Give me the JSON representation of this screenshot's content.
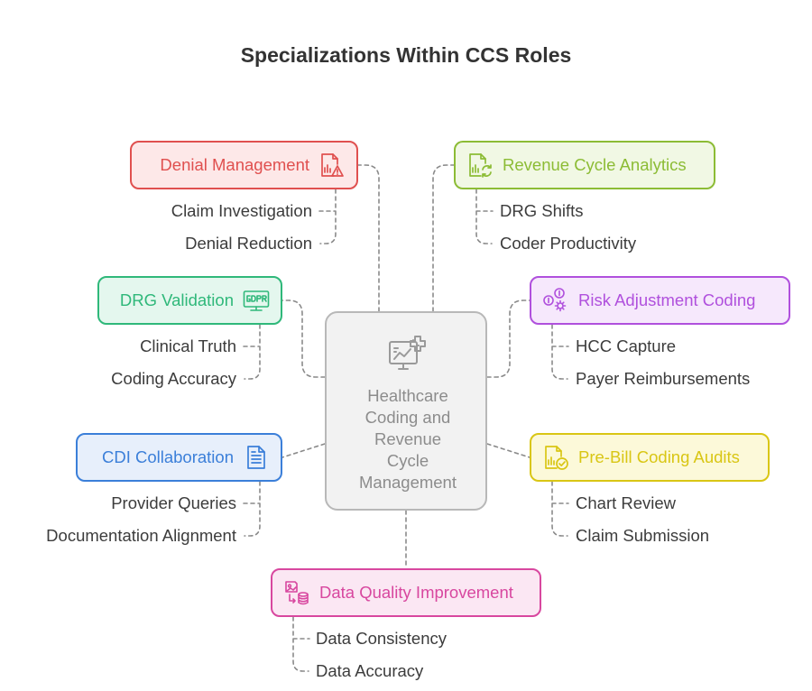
{
  "title": "Specializations Within CCS Roles",
  "center": {
    "lines": [
      "Healthcare",
      "Coding and",
      "Revenue",
      "Cycle",
      "Management"
    ],
    "icon": "monitor-chart-plus-icon"
  },
  "branches": [
    {
      "id": "denial",
      "label": "Denial Management",
      "icon": "document-chart-warning-icon",
      "color": "#e0504f",
      "fill": "#fde8e8",
      "items": [
        "Claim Investigation",
        "Denial Reduction"
      ]
    },
    {
      "id": "revenue",
      "label": "Revenue Cycle Analytics",
      "icon": "document-chart-refresh-icon",
      "color": "#8cbc35",
      "fill": "#f1f8e4",
      "items": [
        "DRG Shifts",
        "Coder Productivity"
      ]
    },
    {
      "id": "drg",
      "label": "DRG Validation",
      "icon": "gdpr-monitor-icon",
      "color": "#2fb87a",
      "fill": "#e4f7ee",
      "items": [
        "Clinical Truth",
        "Coding Accuracy"
      ]
    },
    {
      "id": "risk",
      "label": "Risk Adjustment Coding",
      "icon": "coins-gear-icon",
      "color": "#b050dd",
      "fill": "#f6e8fc",
      "items": [
        "HCC Capture",
        "Payer Reimbursements"
      ]
    },
    {
      "id": "cdi",
      "label": "CDI Collaboration",
      "icon": "document-lines-icon",
      "color": "#3b7fd9",
      "fill": "#e7effb",
      "items": [
        "Provider Queries",
        "Documentation Alignment"
      ]
    },
    {
      "id": "prebill",
      "label": "Pre-Bill Coding Audits",
      "icon": "document-chart-check-icon",
      "color": "#d9c614",
      "fill": "#fcf9d9",
      "items": [
        "Chart Review",
        "Claim Submission"
      ]
    },
    {
      "id": "dataquality",
      "label": "Data Quality Improvement",
      "icon": "image-arrow-database-icon",
      "color": "#d8479f",
      "fill": "#fbe7f3",
      "items": [
        "Data Consistency",
        "Data Accuracy"
      ]
    }
  ],
  "connector_color": "#8a8a8a"
}
